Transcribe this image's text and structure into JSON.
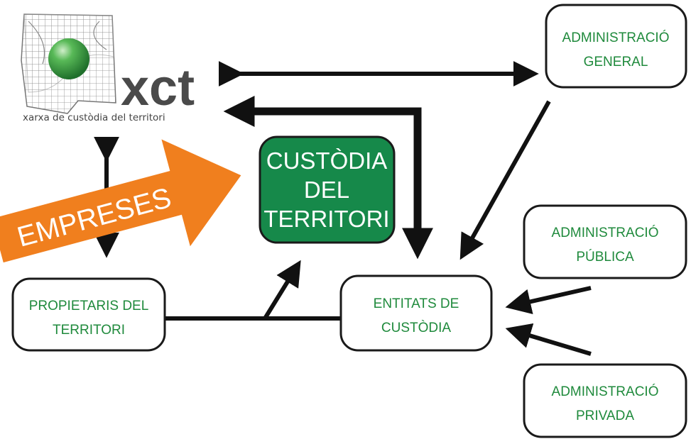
{
  "logo": {
    "wordmark": "xct",
    "tagline": "xarxa de custòdia del territori"
  },
  "center": {
    "lines": [
      "CUSTÒDIA",
      "DEL",
      "TERRITORI"
    ]
  },
  "empreses": {
    "label": "EMPRESES"
  },
  "nodes": {
    "admin_general": [
      "ADMINISTRACIÓ",
      "GENERAL"
    ],
    "admin_publica": [
      "ADMINISTRACIÓ",
      "PÚBLICA"
    ],
    "admin_privada": [
      "ADMINISTRACIÓ",
      "PRIVADA"
    ],
    "propietaris": [
      "PROPIETARIS DEL",
      "TERRITORI"
    ],
    "entitats": [
      "ENTITATS DE",
      "CUSTÒDIA"
    ]
  },
  "colors": {
    "green_text": "#1f8a3c",
    "center_fill": "#16894a",
    "orange": "#f07f1e",
    "line": "#111111"
  }
}
